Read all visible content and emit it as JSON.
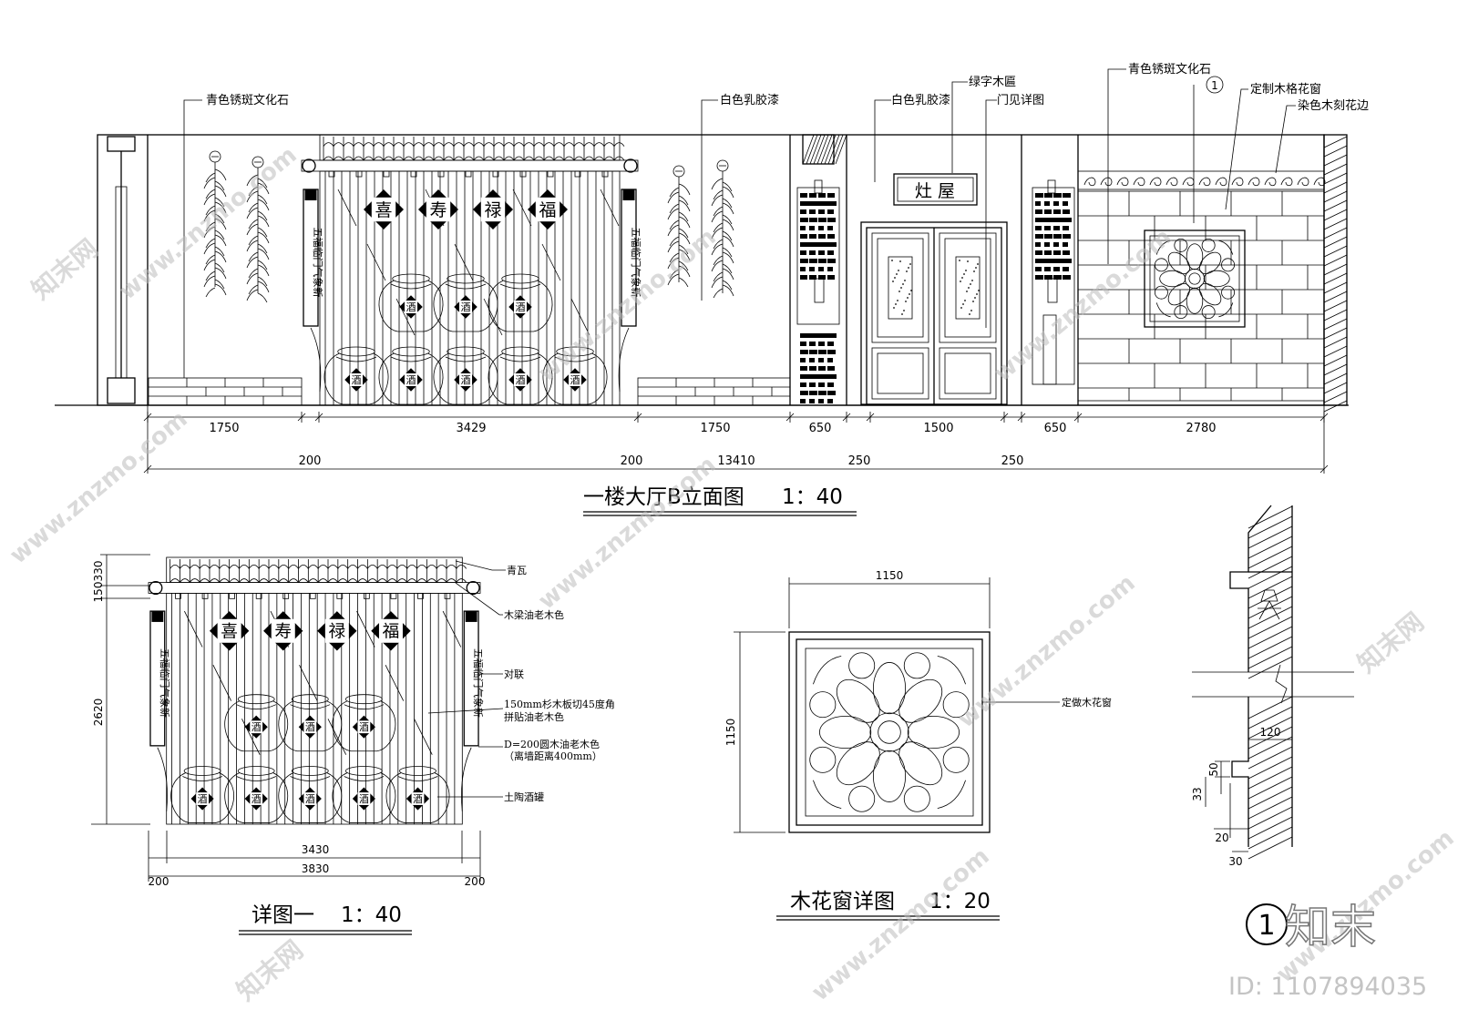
{
  "titles": {
    "elevation": "一楼大厅B立面图",
    "elevation_scale": "1：40",
    "detail1": "详图一",
    "detail1_scale": "1：40",
    "window": "木花窗详图",
    "window_scale": "1：20"
  },
  "labels": {
    "stone_left": "青色锈斑文化石",
    "latex_1": "白色乳胶漆",
    "latex_2": "白色乳胶漆",
    "green_plaque": "绿字木匾",
    "door_detail": "门见详图",
    "stone_right": "青色锈斑文化石",
    "lattice_window": "定制木格花窗",
    "carved_edge": "染色木刻花边",
    "callout_1": "1",
    "plaque": "灶 屋",
    "tile": "青瓦",
    "beam": "木梁油老木色",
    "couplet": "对联",
    "board_1": "150mm杉木板切45度角",
    "board_2": "拼贴油老木色",
    "column_1": "D=200圆木油老木色",
    "column_2": "（离墙距离400mm）",
    "jar": "土陶酒罐",
    "window_note": "定做木花窗",
    "couplet_left": "五福临门气象新",
    "couplet_right": "五福临门气象新",
    "wine": "酒",
    "big_callout": "1"
  },
  "characters": [
    "喜",
    "寿",
    "禄",
    "福"
  ],
  "dimensions": {
    "row1": [
      "1750",
      "3429",
      "1750",
      "650",
      "1500",
      "650",
      "2780"
    ],
    "row2": [
      "200",
      "200",
      "13410",
      "250",
      "250"
    ],
    "detail_side": [
      "330",
      "150",
      "2620"
    ],
    "detail_bottom": [
      "3430",
      "3830",
      "200",
      "200"
    ],
    "window_top": "1150",
    "window_left": "1150",
    "section": [
      "120",
      "50",
      "33",
      "20",
      "30"
    ]
  },
  "watermark": {
    "logo": "知末",
    "id": "ID: 1107894035",
    "site": "www.znzmo.com",
    "brand": "知末网"
  }
}
